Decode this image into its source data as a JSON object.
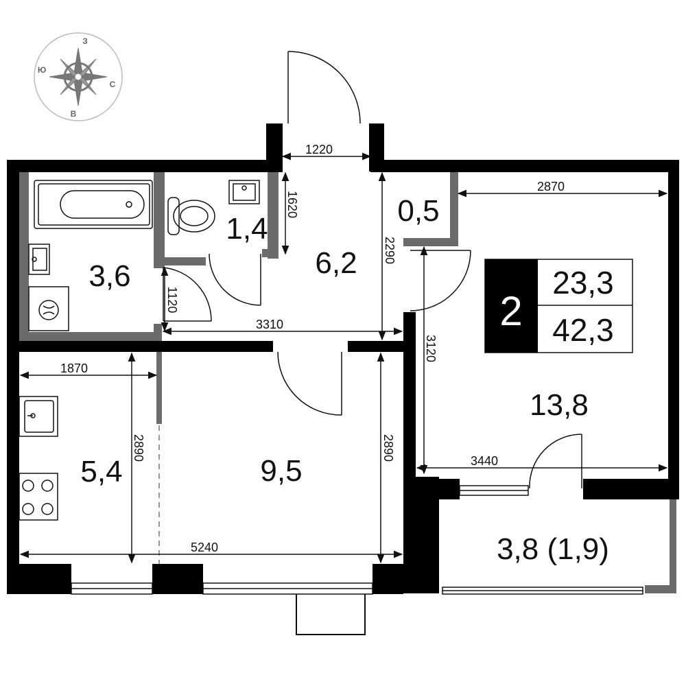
{
  "compass": {
    "north": "З",
    "east": "С",
    "south": "В",
    "west": "Ю"
  },
  "summary": {
    "rooms": "2",
    "living_area": "23,3",
    "total_area": "42,3"
  },
  "rooms": {
    "bathroom": "3,6",
    "toilet": "1,4",
    "hall": "6,2",
    "closet": "0,5",
    "bedroom": "13,8",
    "kitchen": "5,4",
    "living": "9,5",
    "balcony": "3,8 (1,9)"
  },
  "dimensions": {
    "entrance_width": "1220",
    "toilet_height": "1620",
    "hall_height": "2290",
    "bedroom_width": "2870",
    "bath_door": "1120",
    "hall_length": "3310",
    "bedroom_height": "3120",
    "kitchen_width": "1870",
    "kitchen_height": "2890",
    "living_height": "2890",
    "bedroom_length": "3440",
    "total_width": "5240"
  },
  "colors": {
    "wall": "#000000",
    "partition": "#6b6b6b",
    "line": "#111111"
  }
}
